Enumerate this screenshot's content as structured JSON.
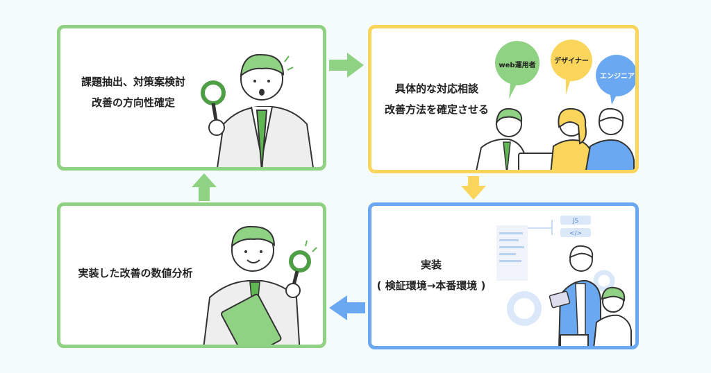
{
  "steps": [
    {
      "lines": [
        "課題抽出、対策案検討",
        "改善の方向性確定"
      ],
      "color": "#90d283"
    },
    {
      "lines": [
        "具体的な対応相談",
        "改善方法を確定させる"
      ],
      "color": "#f9d55c"
    },
    {
      "lines": [
        "実装",
        "( 検証環境→本番環境 )"
      ],
      "color": "#6aa8f1"
    },
    {
      "lines": [
        "実装した改善の数値分析"
      ],
      "color": "#90d283"
    }
  ],
  "bubbles": [
    {
      "label": "web運用者",
      "color": "#90d283"
    },
    {
      "label": "デザイナー",
      "color": "#f9d55c"
    },
    {
      "label": "エンジニア",
      "color": "#6aa8f1"
    }
  ],
  "code_tags": [
    "JS",
    "</>"
  ]
}
